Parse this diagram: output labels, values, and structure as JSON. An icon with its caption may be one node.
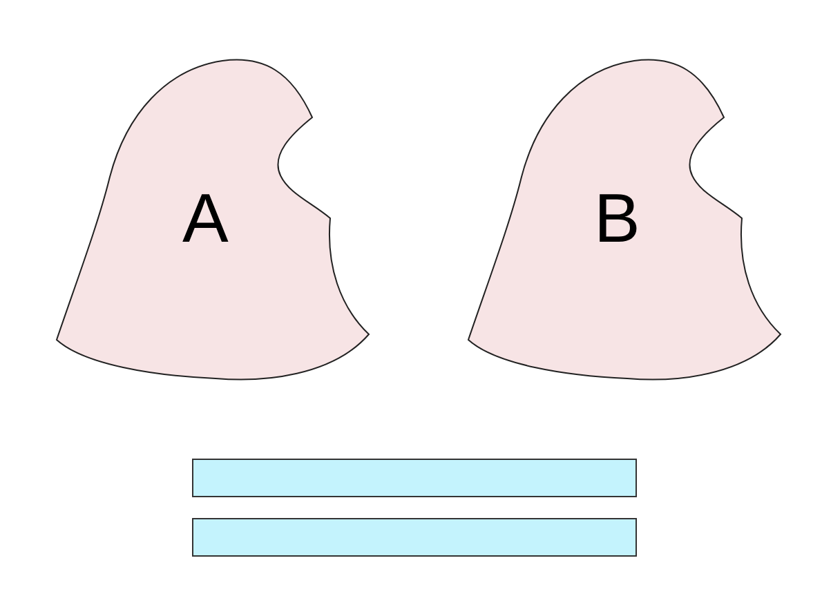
{
  "diagram": {
    "nodes": [
      {
        "text": [
          "A"
        ]
      },
      {
        "text": [
          "B"
        ]
      },
      {
        "text": [],
        "shape": "bar"
      },
      {
        "text": [],
        "shape": "bar"
      }
    ]
  }
}
